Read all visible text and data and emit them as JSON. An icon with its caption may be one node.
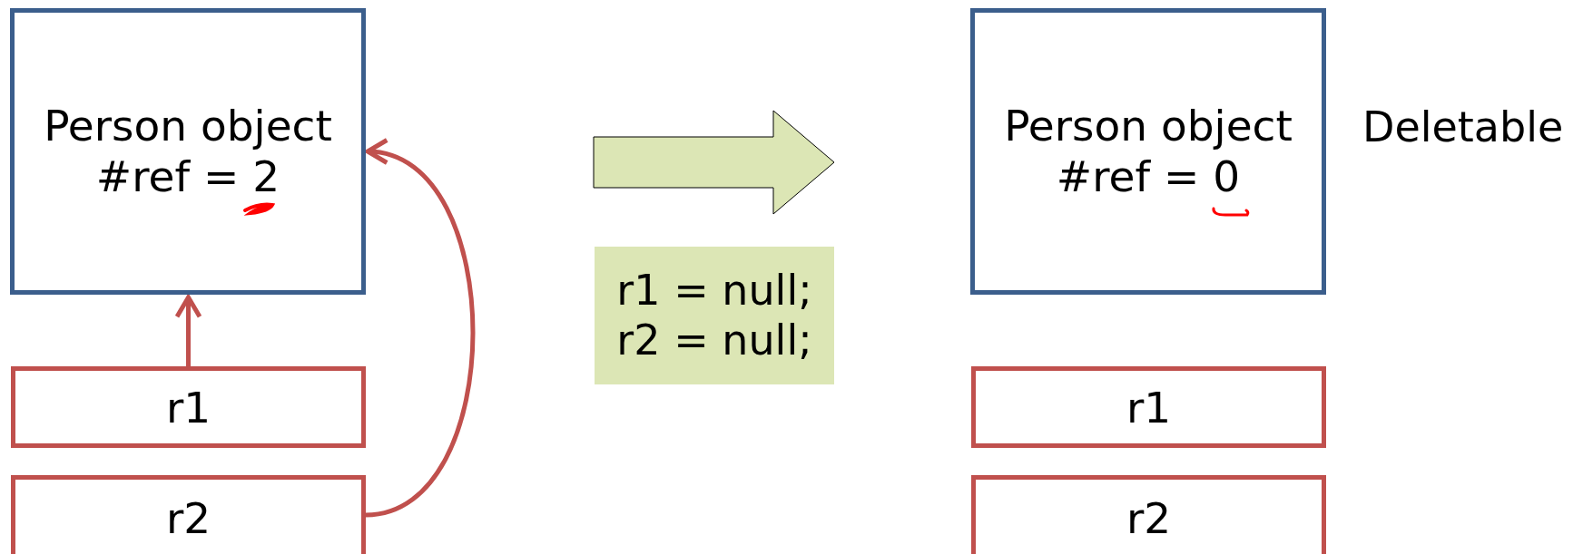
{
  "diagram": {
    "nodes": [
      {
        "text": [
          "Person object #ref = 2"
        ]
      },
      {
        "text": [
          "r1"
        ]
      },
      {
        "text": [
          "r2"
        ]
      },
      {
        "text": [
          "r1 = null; r2 = null;"
        ]
      },
      {
        "text": [
          "Person object #ref = 0"
        ],
        "beside": [
          "Deletable"
        ]
      },
      {
        "text": [
          "r1"
        ]
      },
      {
        "text": [
          "r2"
        ]
      }
    ],
    "edges": [
      {
        "from": 1,
        "to": 0,
        "arrow": "to"
      },
      {
        "from": 2,
        "to": 0,
        "arrow": "to"
      }
    ]
  }
}
